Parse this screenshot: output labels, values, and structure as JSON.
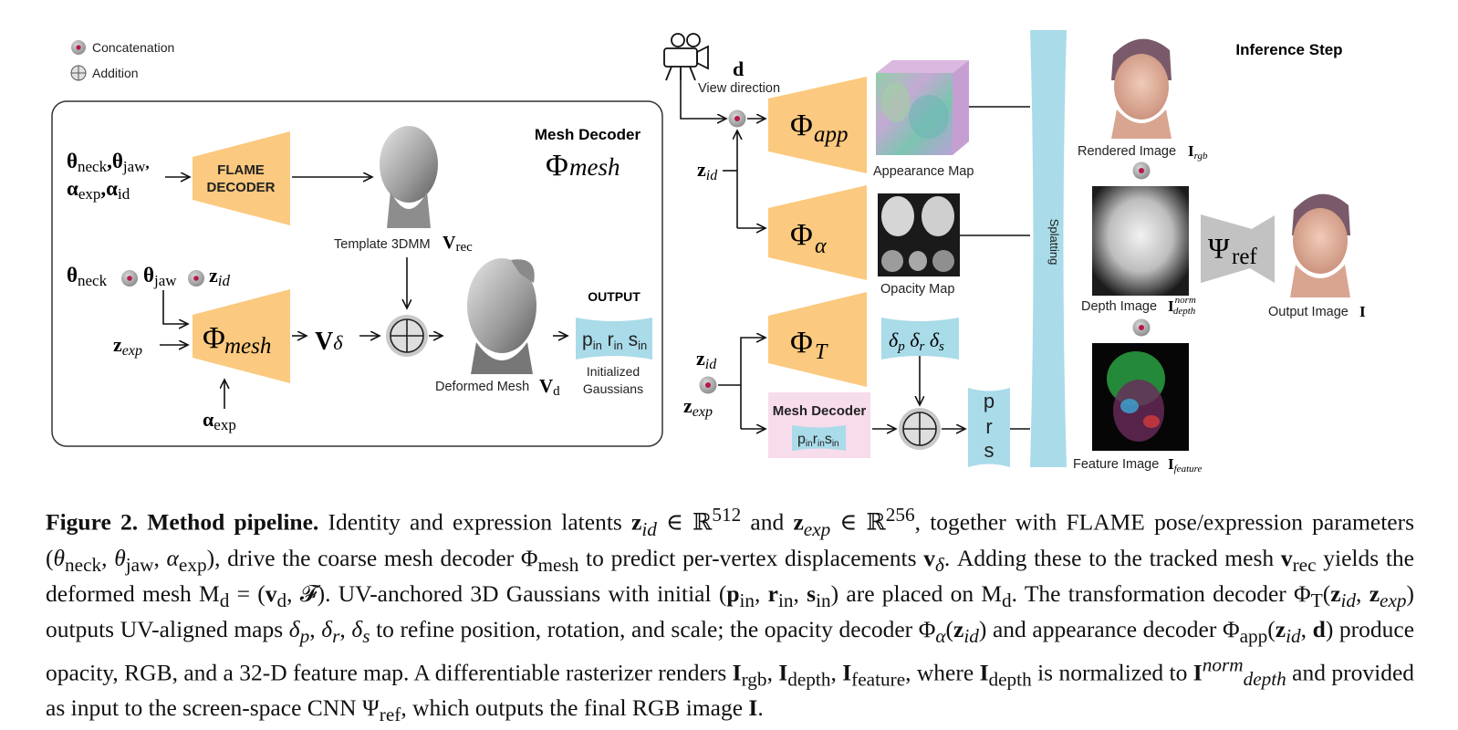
{
  "legend": {
    "concatenation": "Concatenation",
    "addition": "Addition"
  },
  "mesh_box": {
    "title": "Mesh Decoder",
    "phi": "Φ",
    "phi_sub": "mesh",
    "flame_line1": "FLAME",
    "flame_line2": "DECODER",
    "input_theta_line1": "θneck,θjaw,",
    "input_alpha_line2": "αexp,αid",
    "template_label": "Template 3DMM",
    "template_var": "Vrec",
    "concat_inputs": "θneck ● θjaw ● zid",
    "zexp": "zexp",
    "alpha_exp": "αexp",
    "v_delta": "Vδ",
    "deformed_label": "Deformed Mesh",
    "deformed_var": "Vd",
    "output_title": "OUTPUT",
    "gauss_params": "pin rin sin",
    "initialized": "Initialized",
    "gaussians": "Gaussians"
  },
  "right": {
    "view_d": "d",
    "view_direction": "View direction",
    "phi_app": "app",
    "phi_alpha": "α",
    "phi_T": "T",
    "zid": "zid",
    "zexp": "zexp",
    "appearance_map": "Appearance Map",
    "opacity_map": "Opacity Map",
    "deltas": "δp δr δs",
    "mesh_decoder": "Mesh Decoder",
    "mesh_decoder_params": "pin rin sin",
    "prs_p": "p",
    "prs_r": "r",
    "prs_s": "s",
    "splatting": "Splatting",
    "inference_step": "Inference Step",
    "rendered": "Rendered Image",
    "rendered_var": "Irgb",
    "depth": "Depth Image",
    "depth_var": "Inorm depth",
    "feature": "Feature Image",
    "feature_var": "Ifeature",
    "psi_ref": "Ψref",
    "output_image": "Output Image",
    "output_var": "I"
  },
  "caption": {
    "label": "Figure 2.",
    "bold": "Method pipeline."
  },
  "colors": {
    "orange": "#fbc97f",
    "blue": "#a9dbe9",
    "pink": "#f7dcec",
    "splat": "#a9dbe9",
    "psi": "#c2c2c2",
    "concat_dot": "#b5174f"
  }
}
